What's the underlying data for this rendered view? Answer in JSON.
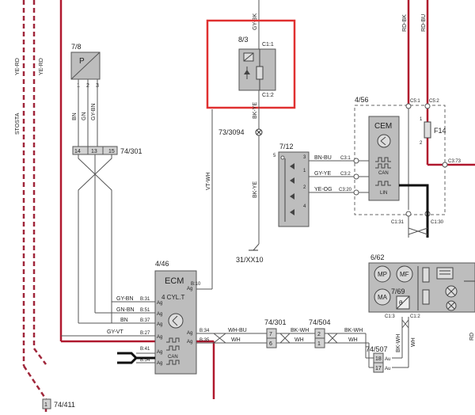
{
  "wires": {
    "ye_rd_1": "YE-RD",
    "ye_rd_2": "YE-RD",
    "stosta": "STOSTA",
    "gn": "GN",
    "gy_bn": "GY-BN",
    "bn": "BN",
    "gy_bk": "GY-BK",
    "bk_ye_top": "BK-YE",
    "vt_wh": "VT-WH",
    "bk_ye": "BK-YE",
    "rd_bk": "RD-BK",
    "rd_bu": "RD-BU",
    "bn_bu": "BN-BU",
    "gy_ye": "GY-YE",
    "ye_og": "YE-OG",
    "ecm_gy_bn": "GY-BN",
    "ecm_gn_bn": "GN-BN",
    "ecm_bn": "BN",
    "ecm_gy_vt": "GY-VT",
    "wh_bu": "WH-BU",
    "wh_1": "WH",
    "bk_wh_1": "BK-WH",
    "bk_wh_2": "BK-WH",
    "wh_2": "WH",
    "wh_3": "WH",
    "wh_4": "WH",
    "bk_wh_3": "BK-WH",
    "rd_right": "RD"
  },
  "components": {
    "c7_8": {
      "ref": "7/8",
      "symbol": "P",
      "pins": [
        "1",
        "2",
        "3"
      ]
    },
    "c74_301_top": {
      "ref": "74/301",
      "pins": [
        "14",
        "13",
        "15"
      ]
    },
    "c8_3": {
      "ref": "8/3",
      "pin_top": "C1:1",
      "pin_bottom": "C1:2"
    },
    "c73_3094": {
      "ref": "73/3094"
    },
    "c31_xx10": {
      "ref": "31/XX10"
    },
    "c7_12": {
      "ref": "7/12",
      "pins": [
        "5",
        "3",
        "1",
        "2",
        "4"
      ]
    },
    "c4_56": {
      "ref": "4/56",
      "name": "CEM",
      "can": "CAN",
      "lin": "LIN",
      "pins_left": [
        "C3:1",
        "C3:2",
        "C3:20"
      ],
      "pins_top": [
        "C5:1",
        "C5:2"
      ],
      "pins_bottom": [
        "C1:31",
        "C1:30"
      ],
      "pin_right": "C3:73"
    },
    "f14": {
      "ref": "F14",
      "pin_top": "1",
      "pin_bottom": "2"
    },
    "c4_46": {
      "ref": "4/46",
      "name": "ECM",
      "subtitle": "4 CYL.T",
      "can": "CAN",
      "pin_top": "B:10",
      "pins_left": [
        "B:31",
        "B:51",
        "B:37",
        "B:27",
        "B:41",
        "B:54"
      ],
      "pins_right": [
        "B:34",
        "B:35"
      ],
      "ag": "Ag"
    },
    "c74_301_bot": {
      "ref": "74/301",
      "pins": [
        "7",
        "6"
      ]
    },
    "c74_504": {
      "ref": "74/504",
      "pins": [
        "2",
        "1"
      ]
    },
    "c74_507": {
      "ref": "74/507",
      "pins": [
        "18",
        "17"
      ],
      "au": "Au"
    },
    "c6_62": {
      "ref": "6/62",
      "motors": [
        "MP",
        "MF",
        "MA"
      ]
    },
    "c7_69": {
      "ref": "7/69",
      "symbol": "θ",
      "pin_left": "C1:3",
      "pin_right": "C1:2"
    },
    "c74_411": {
      "ref": "74/411",
      "pin": "1"
    }
  }
}
